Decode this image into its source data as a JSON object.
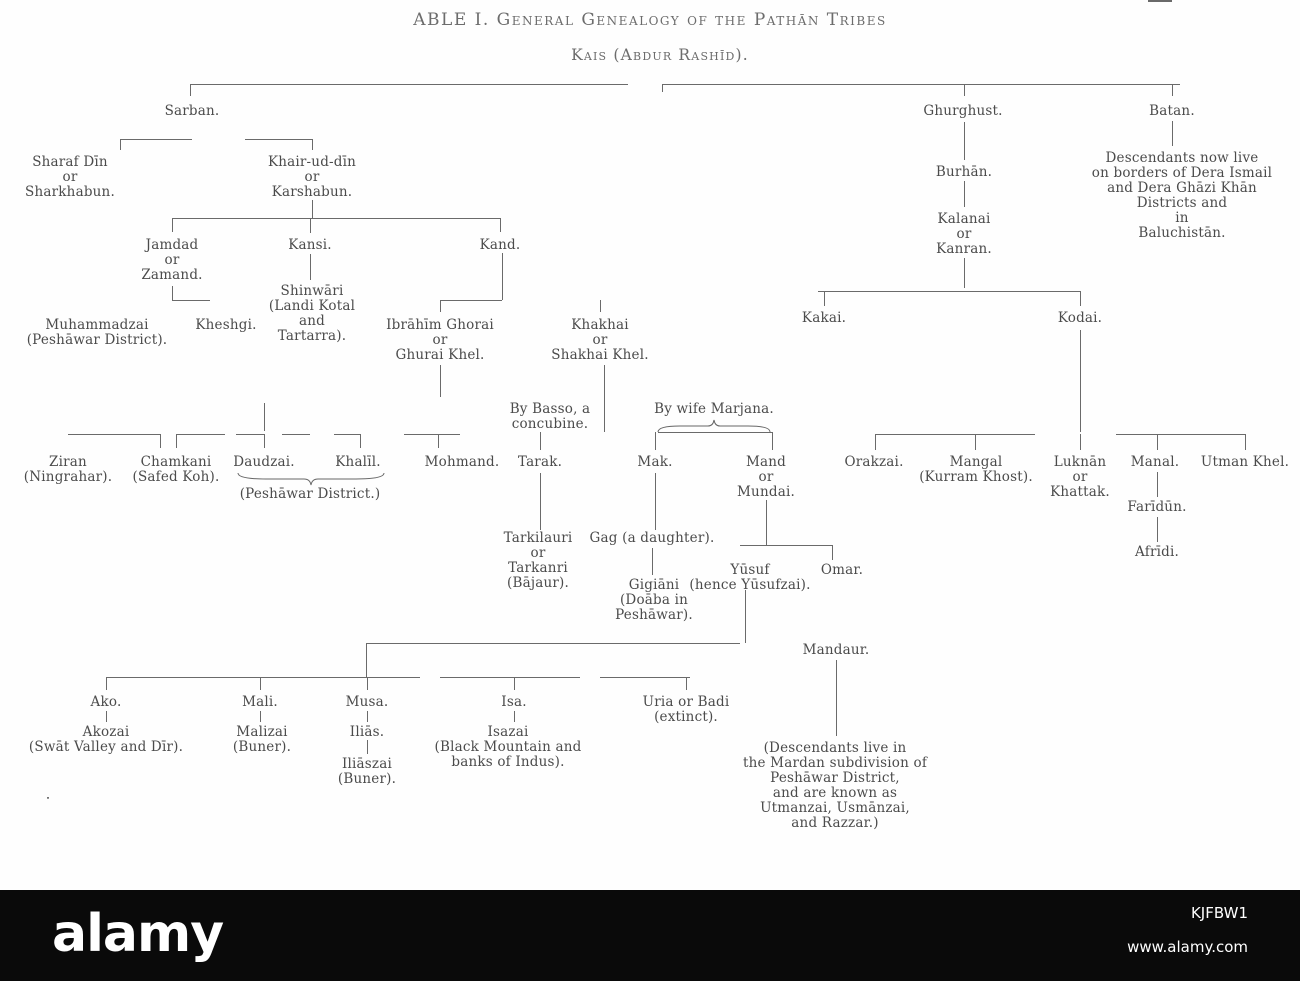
{
  "title": "ABLE I. General Genealogy of the Pathān Tribes",
  "root": "Kais (Abdur Rashīd).",
  "nodes": {
    "sarban": "Sarban.",
    "ghurghust": "Ghurghust.",
    "batan": "Batan.",
    "batan_desc": [
      "Descendants now live",
      "on borders of Dera Ismail",
      "and Dera Ghāzi Khān",
      "Districts and",
      "in",
      "Baluchistān."
    ],
    "sharaf": [
      "Sharaf Dīn",
      "or",
      "Sharkhabun."
    ],
    "khair": [
      "Khair-ud-dīn",
      "or",
      "Karshabun."
    ],
    "burhan": "Burhān.",
    "kalanai": [
      "Kalanai",
      "or",
      "Kanran."
    ],
    "jamdad": [
      "Jamdad",
      "or",
      "Zamand."
    ],
    "kansi": "Kansi.",
    "kand": "Kand.",
    "shinwari": [
      "Shinwāri",
      "(Landi Kotal",
      "and",
      "Tartarra)."
    ],
    "muhammadzai": [
      "Muhammadzai",
      "(Peshāwar District)."
    ],
    "kheshgi": "Kheshgi.",
    "ibrahim": [
      "Ibrāhīm Ghorai",
      "or",
      "Ghurai Khel."
    ],
    "khakhai": [
      "Khakhai",
      "or",
      "Shakhai Khel."
    ],
    "kakai": "Kakai.",
    "kodai": "Kodai.",
    "by_basso": [
      "By Basso, a",
      "concubine."
    ],
    "by_marjana": "By wife Marjana.",
    "ziran": [
      "Ziran",
      "(Ningrahar)."
    ],
    "chamkani": [
      "Chamkani",
      "(Safed Koh)."
    ],
    "daudzai": "Daudzai.",
    "khalil": "Khalīl.",
    "peshawar_district": "(Peshāwar District.)",
    "mohmand": "Mohmand.",
    "tarak": "Tarak.",
    "mak": "Mak.",
    "mand": [
      "Mand",
      "or",
      "Mundai."
    ],
    "orakzai": "Orakzai.",
    "mangal": [
      "Mangal",
      "(Kurram Khost)."
    ],
    "luknan": [
      "Luknān",
      "or",
      "Khattak."
    ],
    "manal": "Manal.",
    "utman_khel": "Utman Khel.",
    "faridun": "Farīdūn.",
    "afridi": "Afrīdi.",
    "tarkilauri": [
      "Tarkilauri",
      "or",
      "Tarkanri",
      "(Bājaur)."
    ],
    "gag": "Gag (a daughter).",
    "gigiani": [
      "Gigiāni",
      "(Doāba in",
      "Peshāwar)."
    ],
    "yusuf": [
      "Yūsuf",
      "(hence Yūsufzai)."
    ],
    "omar": "Omar.",
    "mandaur": "Mandaur.",
    "ako": "Ako.",
    "akozai": [
      "Akozai",
      "(Swāt Valley and Dīr)."
    ],
    "mali": "Mali.",
    "malizai": [
      "Malizai",
      "(Buner)."
    ],
    "musa": "Musa.",
    "ilias": "Iliās.",
    "iliaszai": [
      "Iliāszai",
      "(Buner)."
    ],
    "isa": "Isa.",
    "isazai": [
      "Isazai",
      "(Black Mountain and",
      "banks of Indus)."
    ],
    "uria": [
      "Uria or Badi",
      "(extinct)."
    ],
    "mandaur_desc": [
      "(Descendants live in",
      "the Mardan subdivision of",
      "Peshāwar District,",
      "and are known as",
      "Utmanzai, Usmānzai,",
      "and Razzar.)"
    ]
  },
  "footer": {
    "logo": "alamy",
    "image_code": "KJFBW1",
    "site": "www.alamy.com"
  }
}
